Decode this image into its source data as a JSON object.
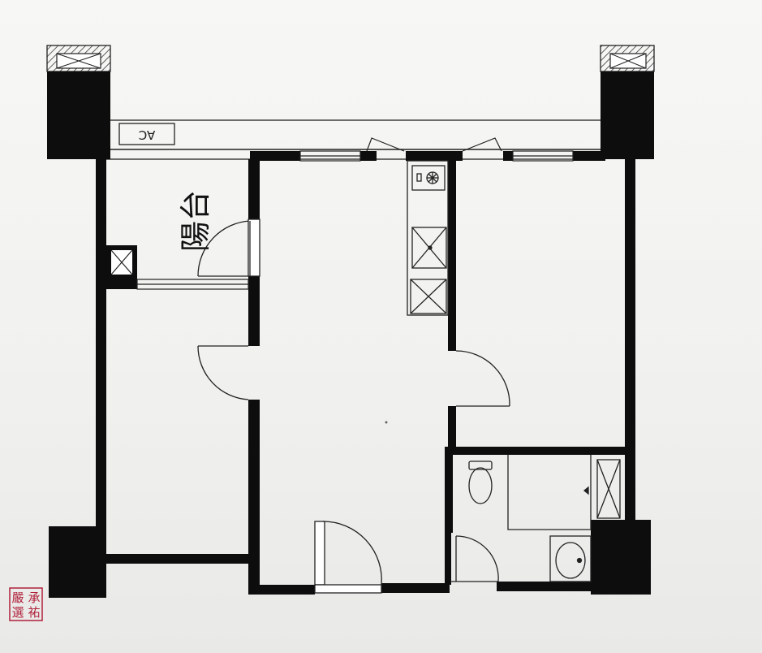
{
  "plan": {
    "balcony_label": "陽台",
    "ac_label": "AC"
  },
  "seal": {
    "chars": [
      "承",
      "祐",
      "嚴",
      "選"
    ]
  },
  "colors": {
    "wall": "#0d0d0d",
    "line": "#222222",
    "paper": "#f5f5f3",
    "seal": "#b0203a"
  }
}
